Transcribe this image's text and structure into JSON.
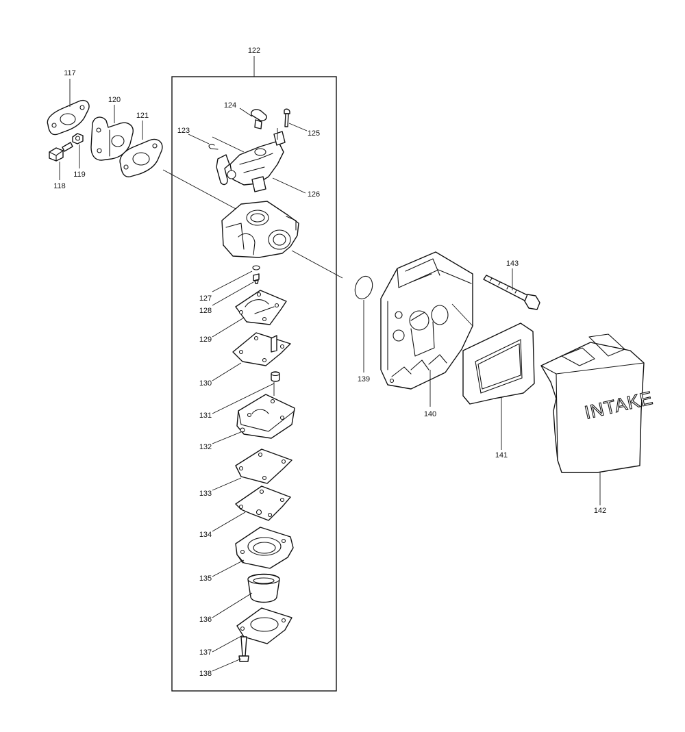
{
  "parts": {
    "p117": "117",
    "p118": "118",
    "p119": "119",
    "p120": "120",
    "p121": "121",
    "p122": "122",
    "p123": "123",
    "p124": "124",
    "p125": "125",
    "p126": "126",
    "p127": "127",
    "p128": "128",
    "p129": "129",
    "p130": "130",
    "p131": "131",
    "p132": "132",
    "p133": "133",
    "p134": "134",
    "p135": "135",
    "p136": "136",
    "p137": "137",
    "p138": "138",
    "p139": "139",
    "p140": "140",
    "p141": "141",
    "p142": "142",
    "p143": "143"
  },
  "cover_text": "INTAKE"
}
